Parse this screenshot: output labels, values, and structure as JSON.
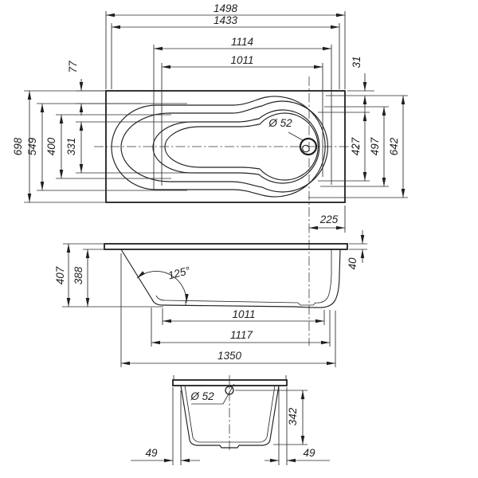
{
  "drawing_title": "bathtub-dimension-drawing",
  "colors": {
    "ink": "#1f1f1f",
    "background": "#ffffff"
  },
  "top_view": {
    "overall_length": "1498",
    "rim_length": "1433",
    "inner_length_top": "1114",
    "inner_length_bottom": "1011",
    "left_edge_offset": "77",
    "right_edge_offset": "31",
    "overall_width": "698",
    "rim_width": "549",
    "inner_width_top": "400",
    "inner_width_bottom": "331",
    "drain_label": "Ø 52",
    "drain_width_1": "427",
    "drain_width_2": "497",
    "inner_width_right": "642",
    "drain_offset": "225"
  },
  "side_view": {
    "overall_height": "407",
    "shell_height": "388",
    "slope_angle": "125°",
    "rim_drop": "40",
    "bottom_length": "1011",
    "mid_length": "1117",
    "base_length": "1350"
  },
  "end_view": {
    "drain_label": "Ø 52",
    "inner_height": "342",
    "left_offset": "49",
    "right_offset": "49"
  }
}
